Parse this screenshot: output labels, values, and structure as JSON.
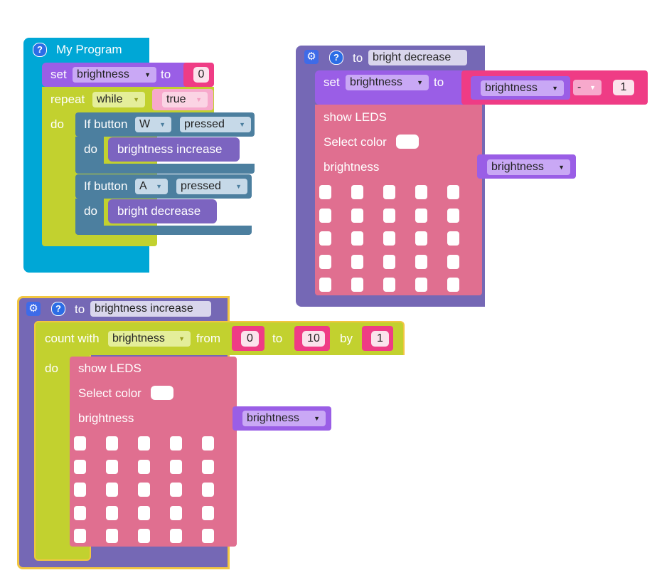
{
  "program": {
    "title": "My Program",
    "set_block": {
      "keyword": "set",
      "variable": "brightness",
      "to": "to",
      "value": "0"
    },
    "repeat_block": {
      "keyword": "repeat",
      "mode": "while",
      "condition": "true",
      "do": "do"
    },
    "if_w": {
      "label": "If button",
      "key": "W",
      "state": "pressed",
      "do": "do",
      "call": "brightness increase"
    },
    "if_a": {
      "label": "If button",
      "key": "A",
      "state": "pressed",
      "do": "do",
      "call": "bright decrease"
    }
  },
  "bright_decrease": {
    "to": "to",
    "name": "bright decrease",
    "set_keyword": "set",
    "variable": "brightness",
    "to2": "to",
    "op_variable": "brightness",
    "operator": "-",
    "operand": "1",
    "show_leds": "show LEDS",
    "select_color": "Select color",
    "brightness_label": "brightness",
    "brightness_var": "brightness"
  },
  "brightness_increase": {
    "to": "to",
    "name": "brightness increase",
    "count_with": "count with",
    "variable": "brightness",
    "from": "from",
    "from_value": "0",
    "to2": "to",
    "to_value": "10",
    "by": "by",
    "by_value": "1",
    "do": "do",
    "show_leds": "show LEDS",
    "select_color": "Select color",
    "brightness_label": "brightness",
    "brightness_var": "brightness"
  },
  "icons": {
    "help": "?",
    "gear": "⚙",
    "dropdown": "▼"
  },
  "colors": {
    "event": "#00a7d6",
    "variables": "#9a5ee6",
    "loops": "#c2d12f",
    "logic_input": "#4c7f9f",
    "function_call": "#7c64c0",
    "function_def": "#7568b5",
    "math": "#ef3c85",
    "leds": "#e06f90",
    "selected_outline": "#f2c641"
  }
}
